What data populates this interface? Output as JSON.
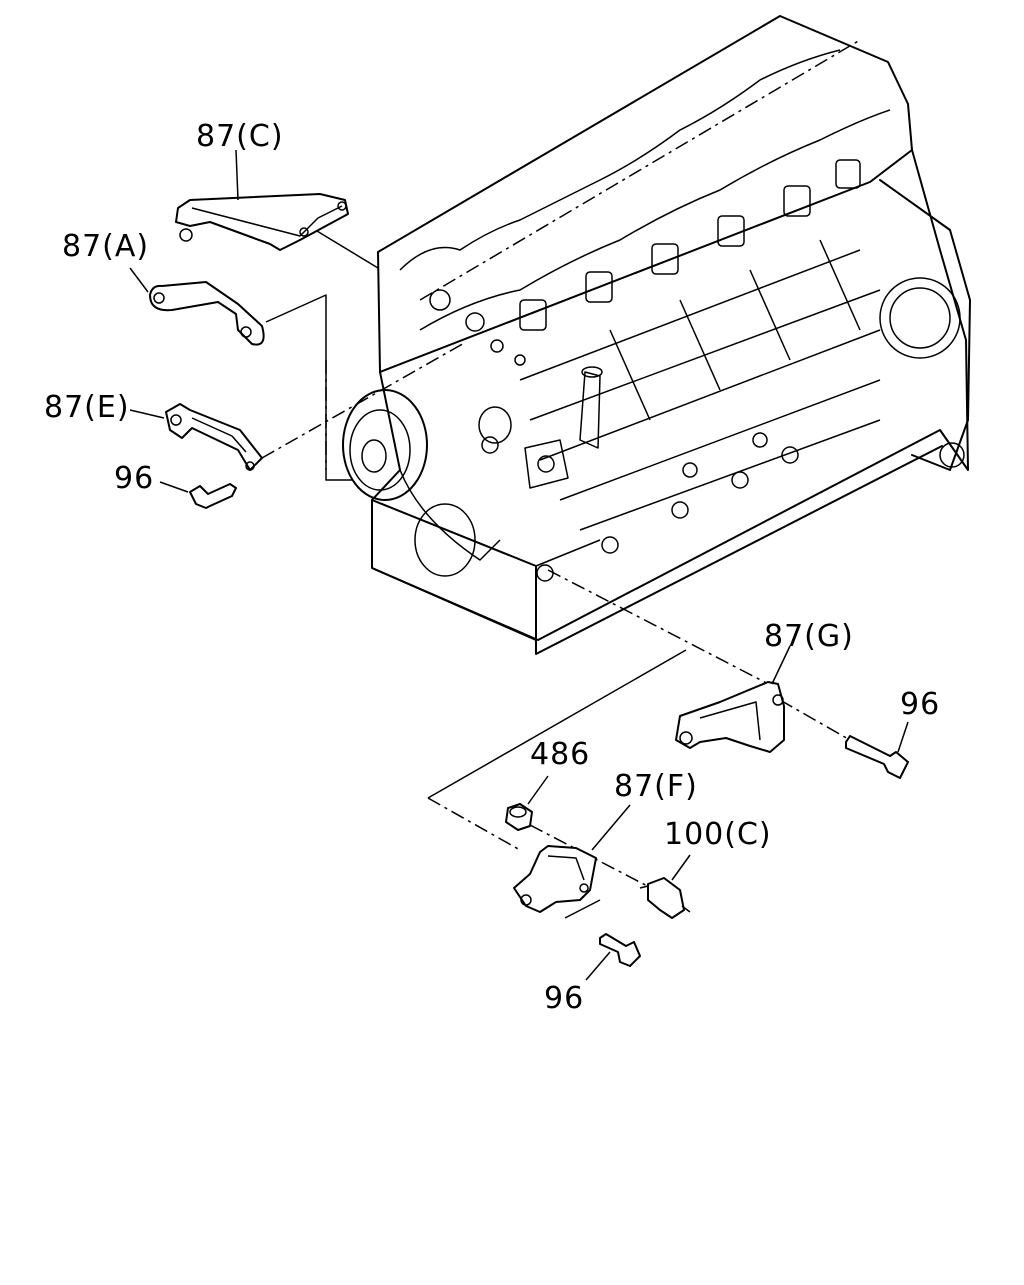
{
  "callouts": {
    "c87c": "87(C)",
    "c87a": "87(A)",
    "c87e": "87(E)",
    "c96_left": "96",
    "c87g": "87(G)",
    "c96_right": "96",
    "c486": "486",
    "c87f": "87(F)",
    "c100c": "100(C)",
    "c96_bottom": "96"
  }
}
